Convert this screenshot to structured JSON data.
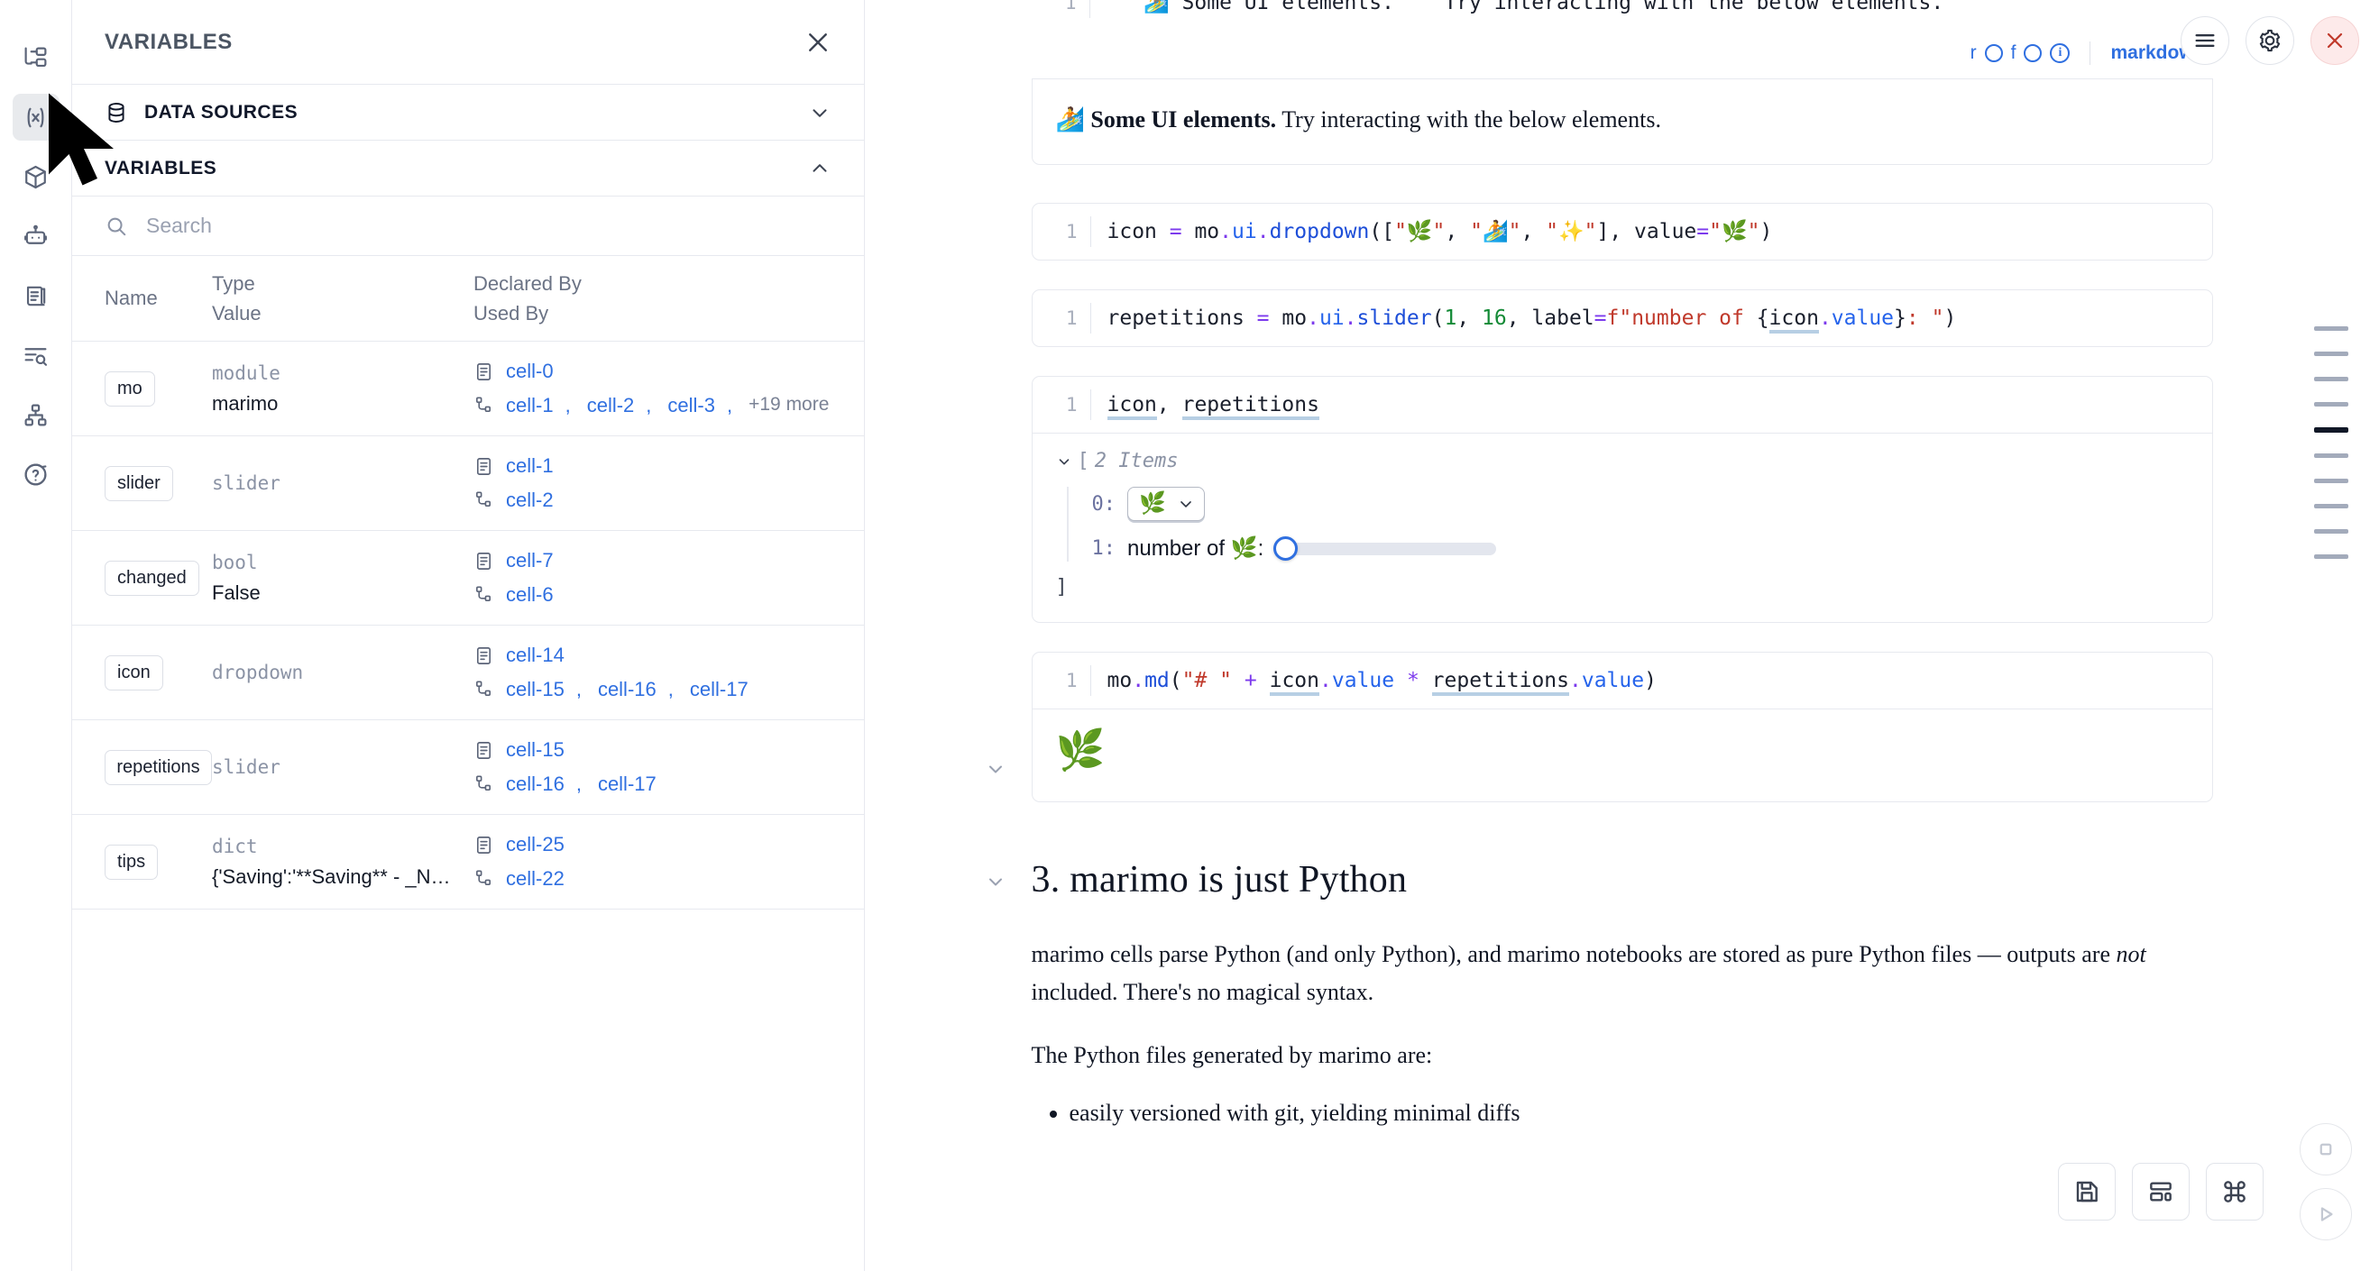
{
  "rail": {
    "items": [
      {
        "name": "file-explorer-icon",
        "label": "Explorer"
      },
      {
        "name": "variables-icon",
        "label": "Variables",
        "active": true
      },
      {
        "name": "packages-icon",
        "label": "Packages"
      },
      {
        "name": "chat-bot-icon",
        "label": "Chat"
      },
      {
        "name": "documentation-icon",
        "label": "Documentation"
      },
      {
        "name": "outline-search-icon",
        "label": "Outline"
      },
      {
        "name": "dependency-graph-icon",
        "label": "Dependency graph"
      },
      {
        "name": "help-icon",
        "label": "Help"
      }
    ]
  },
  "panel": {
    "title": "VARIABLES",
    "close_label": "×",
    "sections": [
      {
        "label": "DATA SOURCES",
        "expanded": false,
        "chevron": "chevron-down"
      },
      {
        "label": "VARIABLES",
        "expanded": true,
        "chevron": "chevron-up"
      }
    ],
    "search": {
      "placeholder": "Search",
      "value": ""
    },
    "table": {
      "headers": {
        "name": "Name",
        "type": "Type",
        "value": "Value",
        "declared_by": "Declared By",
        "used_by": "Used By"
      },
      "rows": [
        {
          "name": "mo",
          "type": "module",
          "value": "marimo",
          "declared_by": [
            "cell-0"
          ],
          "used_by": [
            "cell-1",
            "cell-2",
            "cell-3"
          ],
          "used_by_more": "+19 more"
        },
        {
          "name": "slider",
          "type": "slider",
          "value": "",
          "declared_by": [
            "cell-1"
          ],
          "used_by": [
            "cell-2"
          ],
          "used_by_more": ""
        },
        {
          "name": "changed",
          "type": "bool",
          "value": "False",
          "declared_by": [
            "cell-7"
          ],
          "used_by": [
            "cell-6"
          ],
          "used_by_more": ""
        },
        {
          "name": "icon",
          "type": "dropdown",
          "value": "",
          "declared_by": [
            "cell-14"
          ],
          "used_by": [
            "cell-15",
            "cell-16",
            "cell-17"
          ],
          "used_by_more": ""
        },
        {
          "name": "repetitions",
          "type": "slider",
          "value": "",
          "declared_by": [
            "cell-15"
          ],
          "used_by": [
            "cell-16",
            "cell-17"
          ],
          "used_by_more": ""
        },
        {
          "name": "tips",
          "type": "dict",
          "value": "{'Saving':'**Saving** - _Na...",
          "declared_by": [
            "cell-25"
          ],
          "used_by": [
            "cell-22"
          ],
          "used_by_more": ""
        }
      ]
    }
  },
  "notebook": {
    "md_source_clipped": "\"\"\"🏄 Some UI elements.\"\"\" Try interacting with the below elements.",
    "toolbar": {
      "r_label": "r",
      "f_label": "f",
      "info_label": "i",
      "language": "markdown"
    },
    "md_output": {
      "emoji": "🏄",
      "bold": "Some UI elements.",
      "rest": " Try interacting with the below elements."
    },
    "cells": [
      {
        "number": "1",
        "code_plain": "icon = mo.ui.dropdown([\"🌿\", \"🏄\", \"✨\"], value=\"🌿\")"
      },
      {
        "number": "1",
        "code_plain": "repetitions = mo.ui.slider(1, 16, label=f\"number of {icon.value}: \")"
      },
      {
        "number": "1",
        "code_plain": "icon, repetitions"
      },
      {
        "number": "1",
        "code_plain": "mo.md(\"# \" + icon.value * repetitions.value)"
      }
    ],
    "tree_output": {
      "bracket_open": "[",
      "count_label": "2 Items",
      "bracket_close": "]",
      "item0_index": "0:",
      "item0_value": "🌿",
      "item1_index": "1:",
      "item1_label": "number of 🌿:",
      "slider_value": 1,
      "slider_min": 1,
      "slider_max": 16
    },
    "leaf_output": {
      "emoji": "🌿"
    },
    "section": {
      "heading": "3. marimo is just Python",
      "para1_a": "marimo cells parse Python (and only Python), and marimo notebooks are stored as pure Python files — outputs are ",
      "para1_em": "not",
      "para1_b": " included. There's no magical syntax.",
      "para2": "The Python files generated by marimo are:",
      "bullet1": "easily versioned with git, yielding minimal diffs"
    }
  },
  "controls": {
    "menu_label": "Menu",
    "settings_label": "Settings",
    "close_label": "Close",
    "save_label": "Save",
    "layout_label": "Layout",
    "command_label": "Command palette",
    "stop_label": "Interrupt",
    "run_label": "Run"
  },
  "minimap": {
    "dashes": [
      {
        "active": false
      },
      {
        "active": false
      },
      {
        "active": false
      },
      {
        "active": false
      },
      {
        "active": true
      },
      {
        "active": false
      },
      {
        "active": false
      },
      {
        "active": false
      },
      {
        "active": false
      },
      {
        "active": false
      }
    ]
  },
  "colors": {
    "accent_blue": "#2f6fe0",
    "danger_red": "#c0392b",
    "text_dark": "#101624",
    "muted": "#8b93a5"
  }
}
